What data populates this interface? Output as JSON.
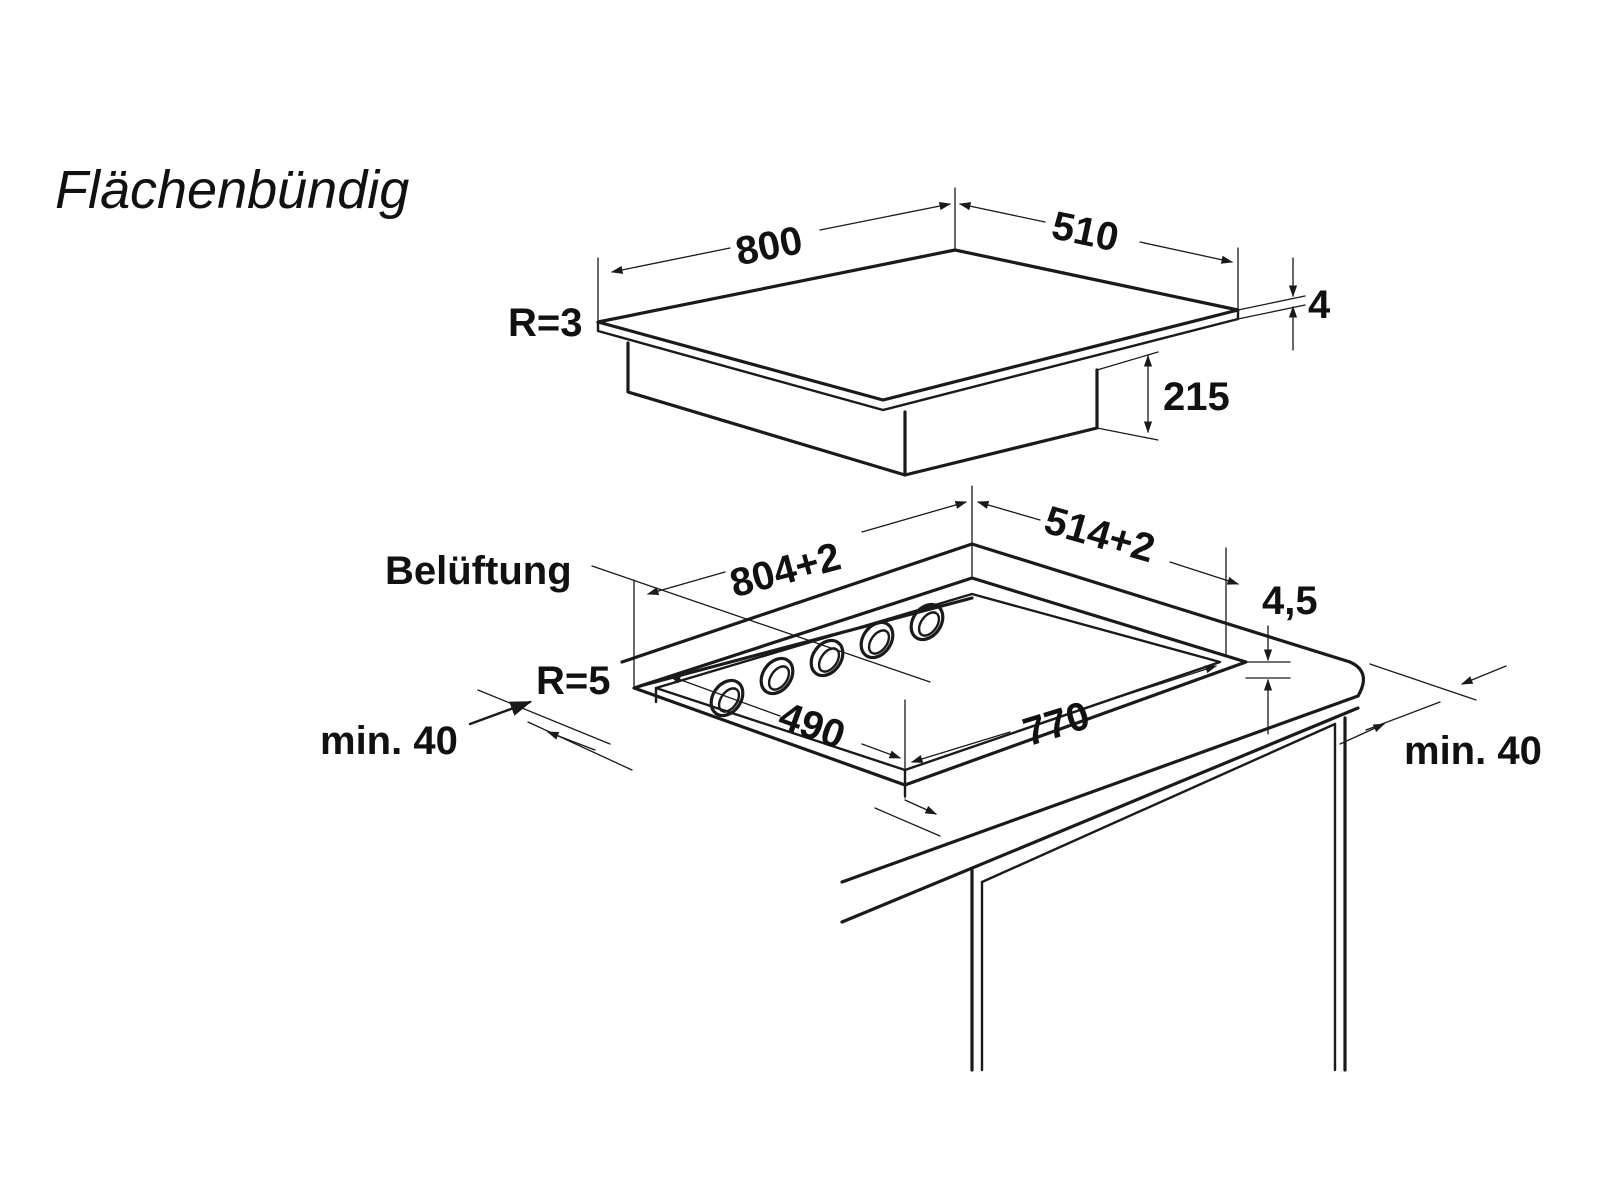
{
  "title": "Flächenbündig",
  "hob": {
    "width": "800",
    "depth": "510",
    "glass_thickness": "4",
    "body_height": "215",
    "corner_radius": "R=3"
  },
  "cutout": {
    "width": "804+2",
    "depth": "514+2",
    "rebate_depth": "4,5",
    "inner_width": "770",
    "inner_depth": "490",
    "corner_radius": "R=5",
    "ventilation_label": "Belüftung",
    "ventilation_hole_count": 5,
    "min_distance_left": "min. 40",
    "min_distance_right": "min. 40"
  },
  "colors": {
    "line": "#1a1a1a",
    "background": "#ffffff"
  }
}
